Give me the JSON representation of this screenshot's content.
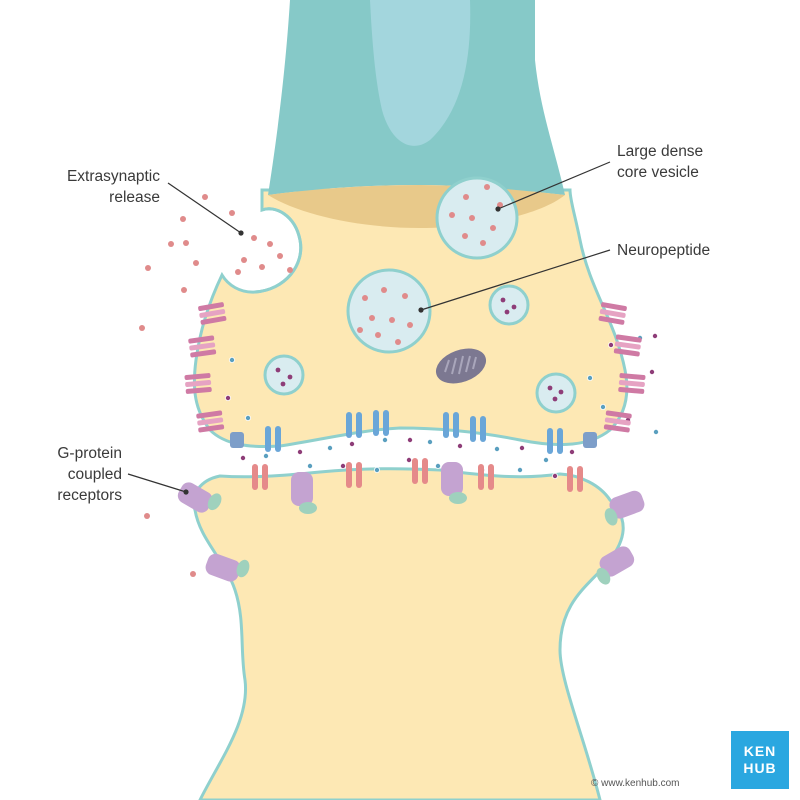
{
  "labels": {
    "extrasynaptic": [
      "Extrasynaptic",
      "release"
    ],
    "vesicle": [
      "Large dense",
      "core vesicle"
    ],
    "neuropeptide": [
      "Neuropeptide"
    ],
    "gpcr": [
      "G-protein",
      "coupled",
      "receptors"
    ]
  },
  "brand": {
    "logo_top": "KEN",
    "logo_bottom": "HUB",
    "credit": "© www.kenhub.com"
  },
  "colors": {
    "cytoplasm": "#fde8b4",
    "membrane": "#8fd0cd",
    "axon_sheath": "#86c9c8",
    "axon_inner": "#a3d6dd",
    "vesicle_fill": "#d9ecf0",
    "neuropeptide": "#e08b8b",
    "transmitter": "#8e3d78",
    "gpcr": "#c4a3d1",
    "gprotein": "#9fd1bd",
    "ion_channel_blue": "#6aa6d8",
    "ion_channel_red": "#e58a8a",
    "mito": "#7c7891",
    "pink_receptor": "#cf7aa4",
    "logo": "#2aa7e0"
  }
}
